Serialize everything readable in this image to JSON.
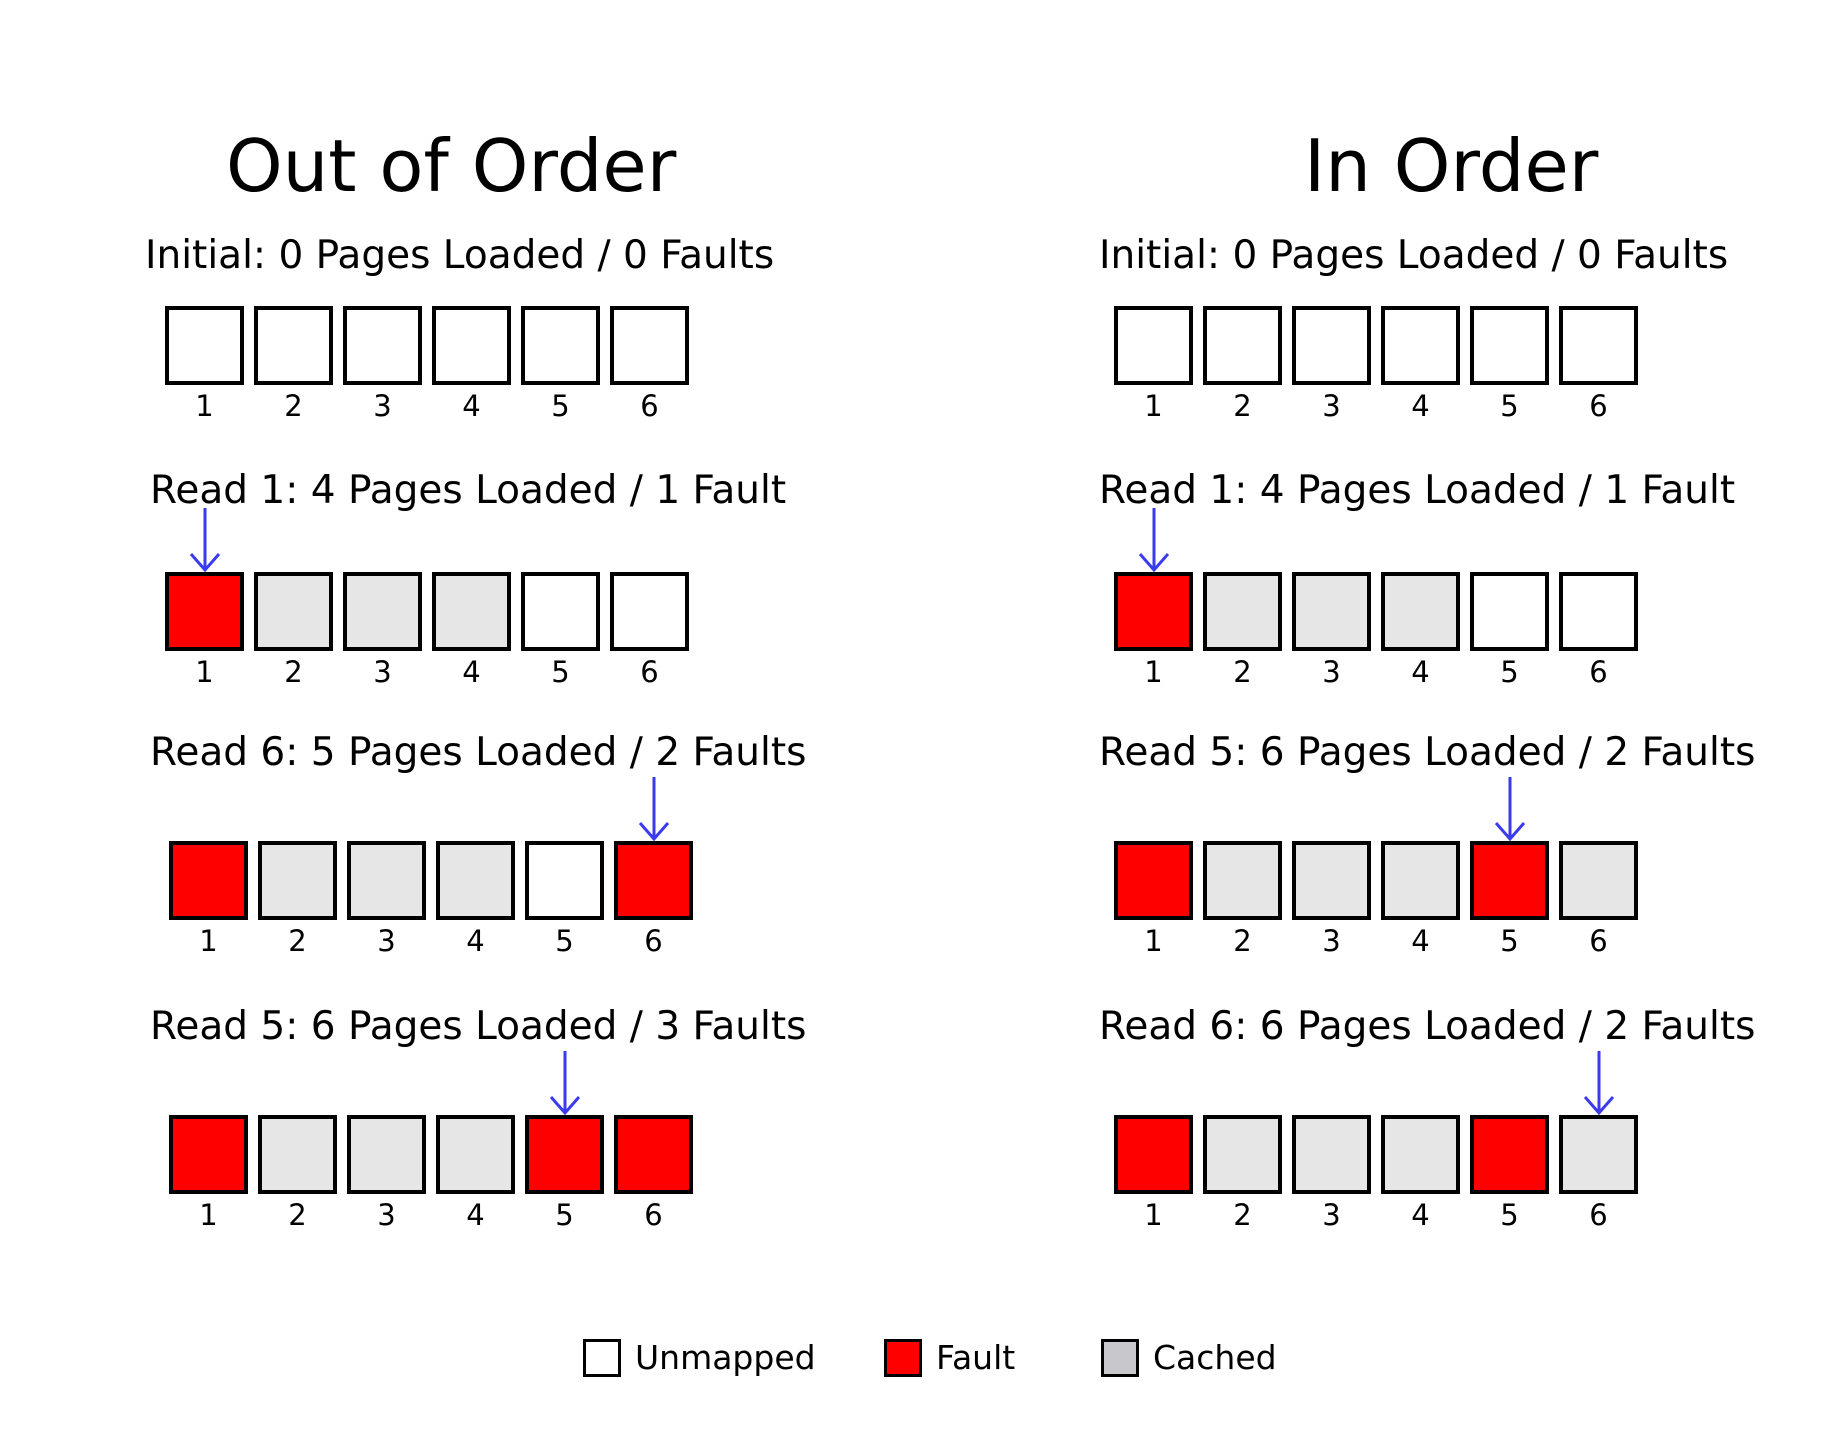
{
  "colors": {
    "unmapped": "#ffffff",
    "fault": "#ff0000",
    "cached": "#e6e6e6",
    "legend_cached": "#c8c8cc",
    "arrow": "#3a3aee",
    "border": "#000000"
  },
  "columns": [
    {
      "title": "Out of Order",
      "rows": [
        {
          "label": "Initial: 0 Pages Loaded / 0 Faults",
          "pages": [
            {
              "num": "1",
              "state": "unmapped"
            },
            {
              "num": "2",
              "state": "unmapped"
            },
            {
              "num": "3",
              "state": "unmapped"
            },
            {
              "num": "4",
              "state": "unmapped"
            },
            {
              "num": "5",
              "state": "unmapped"
            },
            {
              "num": "6",
              "state": "unmapped"
            }
          ],
          "read_page": null
        },
        {
          "label": "Read 1: 4 Pages Loaded / 1 Fault",
          "pages": [
            {
              "num": "1",
              "state": "fault"
            },
            {
              "num": "2",
              "state": "cached"
            },
            {
              "num": "3",
              "state": "cached"
            },
            {
              "num": "4",
              "state": "cached"
            },
            {
              "num": "5",
              "state": "unmapped"
            },
            {
              "num": "6",
              "state": "unmapped"
            }
          ],
          "read_page": 1
        },
        {
          "label": "Read 6: 5 Pages Loaded / 2 Faults",
          "pages": [
            {
              "num": "1",
              "state": "fault"
            },
            {
              "num": "2",
              "state": "cached"
            },
            {
              "num": "3",
              "state": "cached"
            },
            {
              "num": "4",
              "state": "cached"
            },
            {
              "num": "5",
              "state": "unmapped"
            },
            {
              "num": "6",
              "state": "fault"
            }
          ],
          "read_page": 6
        },
        {
          "label": "Read 5: 6 Pages Loaded / 3 Faults",
          "pages": [
            {
              "num": "1",
              "state": "fault"
            },
            {
              "num": "2",
              "state": "cached"
            },
            {
              "num": "3",
              "state": "cached"
            },
            {
              "num": "4",
              "state": "cached"
            },
            {
              "num": "5",
              "state": "fault"
            },
            {
              "num": "6",
              "state": "fault"
            }
          ],
          "read_page": 5
        }
      ]
    },
    {
      "title": "In Order",
      "rows": [
        {
          "label": "Initial: 0 Pages Loaded / 0 Faults",
          "pages": [
            {
              "num": "1",
              "state": "unmapped"
            },
            {
              "num": "2",
              "state": "unmapped"
            },
            {
              "num": "3",
              "state": "unmapped"
            },
            {
              "num": "4",
              "state": "unmapped"
            },
            {
              "num": "5",
              "state": "unmapped"
            },
            {
              "num": "6",
              "state": "unmapped"
            }
          ],
          "read_page": null
        },
        {
          "label": "Read 1: 4 Pages Loaded / 1 Fault",
          "pages": [
            {
              "num": "1",
              "state": "fault"
            },
            {
              "num": "2",
              "state": "cached"
            },
            {
              "num": "3",
              "state": "cached"
            },
            {
              "num": "4",
              "state": "cached"
            },
            {
              "num": "5",
              "state": "unmapped"
            },
            {
              "num": "6",
              "state": "unmapped"
            }
          ],
          "read_page": 1
        },
        {
          "label": "Read 5: 6 Pages Loaded / 2 Faults",
          "pages": [
            {
              "num": "1",
              "state": "fault"
            },
            {
              "num": "2",
              "state": "cached"
            },
            {
              "num": "3",
              "state": "cached"
            },
            {
              "num": "4",
              "state": "cached"
            },
            {
              "num": "5",
              "state": "fault"
            },
            {
              "num": "6",
              "state": "cached"
            }
          ],
          "read_page": 5
        },
        {
          "label": "Read 6: 6 Pages Loaded / 2 Faults",
          "pages": [
            {
              "num": "1",
              "state": "fault"
            },
            {
              "num": "2",
              "state": "cached"
            },
            {
              "num": "3",
              "state": "cached"
            },
            {
              "num": "4",
              "state": "cached"
            },
            {
              "num": "5",
              "state": "fault"
            },
            {
              "num": "6",
              "state": "cached"
            }
          ],
          "read_page": 6
        }
      ]
    }
  ],
  "legend": [
    {
      "label": "Unmapped",
      "state": "unmapped"
    },
    {
      "label": "Fault",
      "state": "fault"
    },
    {
      "label": "Cached",
      "state": "legend_cached"
    }
  ]
}
